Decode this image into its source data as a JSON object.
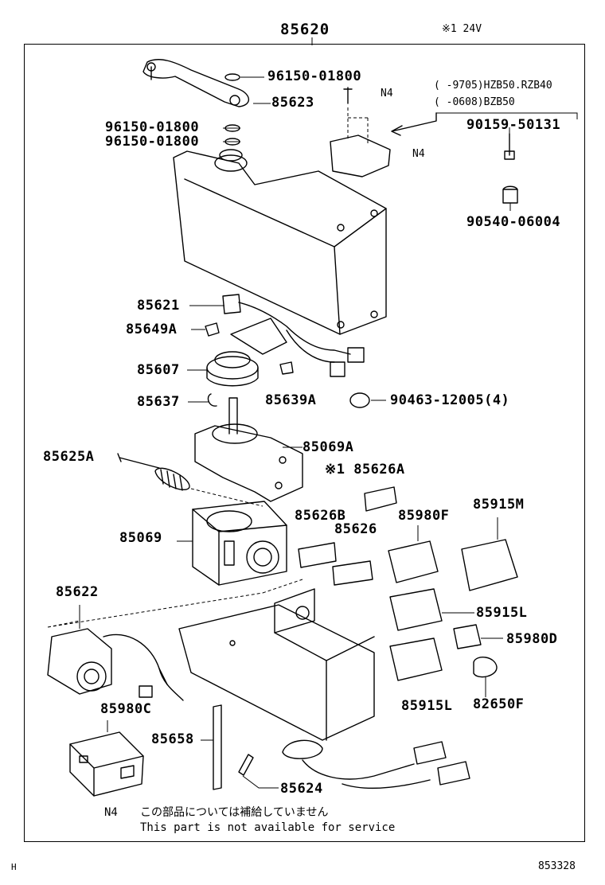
{
  "header": {
    "assembly_number": "85620",
    "voltage_note": "※1 24V"
  },
  "variants": {
    "row1": "(    -9705)HZB50.RZB40",
    "row2": "(    -0608)BZB50"
  },
  "parts": {
    "p96150_01800_a": "96150-01800",
    "p85623": "85623",
    "p96150_01800_b": "96150-01800",
    "p96150_01800_c": "96150-01800",
    "n4_screw": "N4",
    "n4_cover": "N4",
    "p90159_50131": "90159-50131",
    "p90540_06004": "90540-06004",
    "p85621": "85621",
    "p85649a": "85649A",
    "p85607": "85607",
    "p85639a": "85639A",
    "p85637": "85637",
    "p90463_12005": "90463-12005(4)",
    "p85625a": "85625A",
    "p85069a": "85069A",
    "p85626a": "※1 85626A",
    "p85069": "85069",
    "p85626b": "85626B",
    "p85626": "85626",
    "p85980f": "85980F",
    "p85915m": "85915M",
    "p85622": "85622",
    "p85915l_a": "85915L",
    "p85980d": "85980D",
    "p85980c": "85980C",
    "p85915l_b": "85915L",
    "p82650f": "82650F",
    "p85658": "85658",
    "p85624": "85624"
  },
  "footnote": {
    "code": "N4",
    "japanese": "この部品については補給していません",
    "english": "This part is not available for service"
  },
  "footer": {
    "left_mark": "H",
    "diagram_number": "853328"
  }
}
